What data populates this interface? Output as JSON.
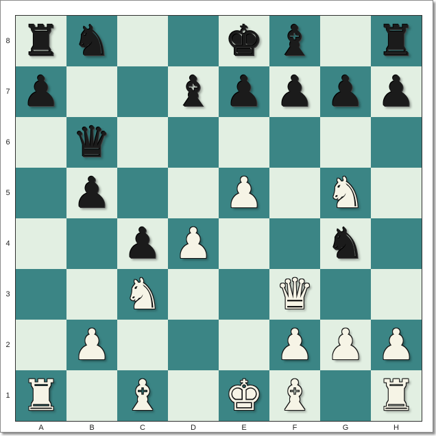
{
  "colors": {
    "light_square": "#e2efe2",
    "dark_square": "#3b8585",
    "frame_border": "#8a8a8a"
  },
  "board": {
    "files": [
      "A",
      "B",
      "C",
      "D",
      "E",
      "F",
      "G",
      "H"
    ],
    "ranks": [
      "8",
      "7",
      "6",
      "5",
      "4",
      "3",
      "2",
      "1"
    ]
  },
  "pieces": [
    {
      "square": "a8",
      "color": "black",
      "type": "rook",
      "glyph": "♜"
    },
    {
      "square": "b8",
      "color": "black",
      "type": "knight",
      "glyph": "♞"
    },
    {
      "square": "e8",
      "color": "black",
      "type": "king",
      "glyph": "♚"
    },
    {
      "square": "f8",
      "color": "black",
      "type": "bishop",
      "glyph": "♝"
    },
    {
      "square": "h8",
      "color": "black",
      "type": "rook",
      "glyph": "♜"
    },
    {
      "square": "a7",
      "color": "black",
      "type": "pawn",
      "glyph": "♟"
    },
    {
      "square": "d7",
      "color": "black",
      "type": "bishop",
      "glyph": "♝"
    },
    {
      "square": "e7",
      "color": "black",
      "type": "pawn",
      "glyph": "♟"
    },
    {
      "square": "f7",
      "color": "black",
      "type": "pawn",
      "glyph": "♟"
    },
    {
      "square": "g7",
      "color": "black",
      "type": "pawn",
      "glyph": "♟"
    },
    {
      "square": "h7",
      "color": "black",
      "type": "pawn",
      "glyph": "♟"
    },
    {
      "square": "b6",
      "color": "black",
      "type": "queen",
      "glyph": "♛"
    },
    {
      "square": "b5",
      "color": "black",
      "type": "pawn",
      "glyph": "♟"
    },
    {
      "square": "e5",
      "color": "white",
      "type": "pawn",
      "glyph": "♟"
    },
    {
      "square": "g5",
      "color": "white",
      "type": "knight",
      "glyph": "♞"
    },
    {
      "square": "c4",
      "color": "black",
      "type": "pawn",
      "glyph": "♟"
    },
    {
      "square": "d4",
      "color": "white",
      "type": "pawn",
      "glyph": "♟"
    },
    {
      "square": "g4",
      "color": "black",
      "type": "knight",
      "glyph": "♞"
    },
    {
      "square": "c3",
      "color": "white",
      "type": "knight",
      "glyph": "♞"
    },
    {
      "square": "f3",
      "color": "white",
      "type": "queen",
      "glyph": "♛"
    },
    {
      "square": "b2",
      "color": "white",
      "type": "pawn",
      "glyph": "♟"
    },
    {
      "square": "f2",
      "color": "white",
      "type": "pawn",
      "glyph": "♟"
    },
    {
      "square": "g2",
      "color": "white",
      "type": "pawn",
      "glyph": "♟"
    },
    {
      "square": "h2",
      "color": "white",
      "type": "pawn",
      "glyph": "♟"
    },
    {
      "square": "a1",
      "color": "white",
      "type": "rook",
      "glyph": "♜"
    },
    {
      "square": "c1",
      "color": "white",
      "type": "bishop",
      "glyph": "♝"
    },
    {
      "square": "e1",
      "color": "white",
      "type": "king",
      "glyph": "♚"
    },
    {
      "square": "f1",
      "color": "white",
      "type": "bishop",
      "glyph": "♝"
    },
    {
      "square": "h1",
      "color": "white",
      "type": "rook",
      "glyph": "♜"
    }
  ]
}
